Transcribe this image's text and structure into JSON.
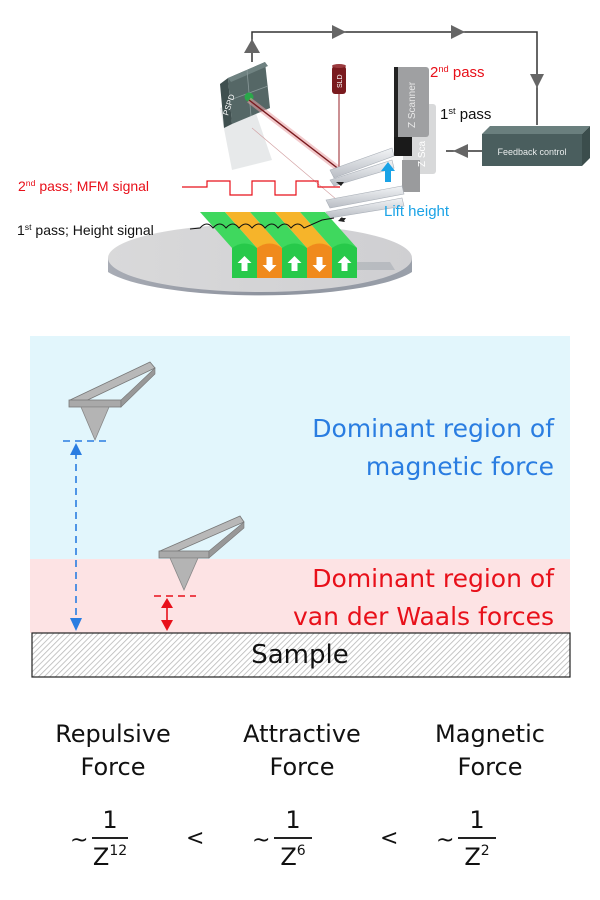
{
  "top_diagram": {
    "components": {
      "pspd_label": "PSPD",
      "sld_label": "SLD",
      "z_scanner_label": "Z Scanner",
      "z_scanner_back_label": "Z Sca",
      "feedback_label": "Feedback control"
    },
    "labels": {
      "second_pass": {
        "ordinal": "2",
        "suffix": "nd",
        "text": " pass"
      },
      "first_pass": {
        "ordinal": "1",
        "suffix": "st",
        "text": " pass"
      },
      "mfm_signal": {
        "ordinal": "2",
        "suffix": "nd",
        "text": " pass; MFM signal"
      },
      "height_signal": {
        "ordinal": "1",
        "suffix": "st",
        "text": " pass; Height signal"
      },
      "lift_height": "Lift height"
    },
    "domains": [
      "up",
      "down",
      "up",
      "down",
      "up"
    ],
    "colors": {
      "domain_up": "#27c94a",
      "domain_down": "#f08a1c",
      "domain_top_down": "#f6b42a",
      "signal_red": "#e8101a",
      "lift_cyan": "#1aa3e6",
      "feedback_box": "#4a5e5e",
      "sld": "#7a1a1e"
    }
  },
  "force_regions": {
    "magnetic_region": {
      "line1": "Dominant region of",
      "line2": "magnetic force",
      "color": "#2a7de1",
      "bg": "#e2f6fc"
    },
    "vdw_region": {
      "line1": "Dominant region of",
      "line2": "van der Waals forces",
      "color": "#e8101a",
      "bg": "#fde3e4"
    },
    "sample_label": "Sample"
  },
  "forces": [
    {
      "title_line1": "Repulsive",
      "title_line2": "Force",
      "numerator": "1",
      "base": "Z",
      "exponent": "12"
    },
    {
      "title_line1": "Attractive",
      "title_line2": "Force",
      "numerator": "1",
      "base": "Z",
      "exponent": "6"
    },
    {
      "title_line1": "Magnetic",
      "title_line2": "Force",
      "numerator": "1",
      "base": "Z",
      "exponent": "2"
    }
  ],
  "relation_symbol": "<",
  "proportional_symbol": "~"
}
